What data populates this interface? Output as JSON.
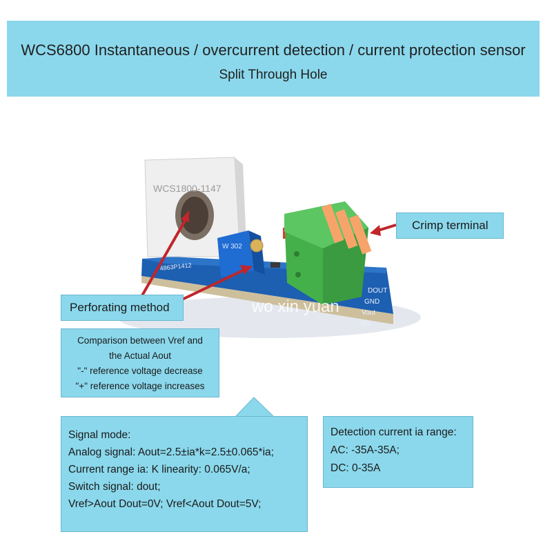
{
  "banner": {
    "title": "WCS6800 Instantaneous / overcurrent detection / current protection sensor",
    "subtitle": "Split Through Hole"
  },
  "photo": {
    "sensor_label": "WCS1800-1147",
    "board_label": "4863P1412",
    "pot_label": "W 302",
    "watermark": "wo xin yuan",
    "pins": [
      "DOUT",
      "GND",
      "Vout",
      "+5V"
    ]
  },
  "callouts": {
    "crimp_terminal": "Crimp terminal",
    "perforating": "Perforating method",
    "comparison": [
      "Comparison between Vref and",
      "the Actual Aout",
      "\"-\" reference voltage decrease",
      "\"+\" reference voltage increases"
    ]
  },
  "signal_mode": {
    "lines": [
      "Signal mode:",
      "Analog signal: Aout=2.5±ia*k=2.5±0.065*ia;",
      "Current range ia: K linearity: 0.065V/a;",
      "Switch signal: dout;",
      "Vref>Aout  Dout=0V;    Vref<Aout  Dout=5V;"
    ]
  },
  "detection": {
    "lines": [
      "Detection current ia range:",
      "AC: -35A-35A;",
      "DC:  0-35A"
    ]
  },
  "colors": {
    "callout_bg": "#8bd8ec",
    "arrow": "#c0262b",
    "terminal_green": "#44b04a",
    "board_blue": "#1d5fb0"
  }
}
